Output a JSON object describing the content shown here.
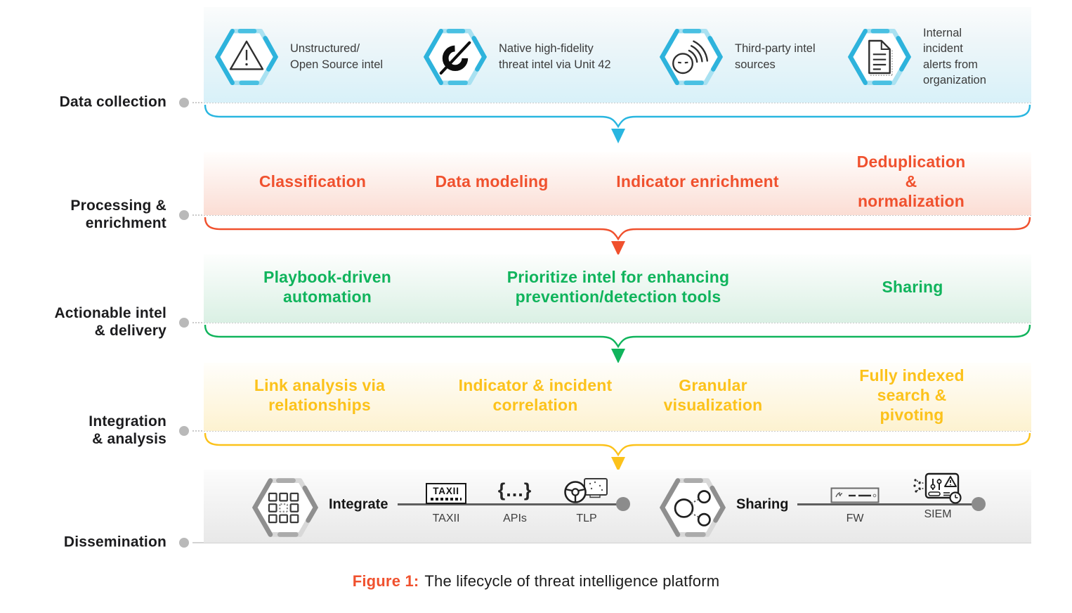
{
  "figure": {
    "caption_prefix": "Figure 1:",
    "caption_text": "The lifecycle of threat intelligence platform"
  },
  "stages": {
    "collection": {
      "label": "Data collection",
      "items": [
        {
          "icon": "warning-triangle-icon",
          "label": "Unstructured/\nOpen Source intel"
        },
        {
          "icon": "unit42-compass-icon",
          "label": "Native high-fidelity\nthreat intel via Unit 42"
        },
        {
          "icon": "third-party-signal-icon",
          "label": "Third-party intel\nsources"
        },
        {
          "icon": "incident-report-icon",
          "label": "Internal\nincident\nalerts from\norganization"
        }
      ]
    },
    "processing": {
      "label": "Processing &\nenrichment",
      "items": [
        "Classification",
        "Data modeling",
        "Indicator enrichment",
        "Deduplication\n& normalization"
      ]
    },
    "actionable": {
      "label": "Actionable intel\n& delivery",
      "items": [
        "Playbook-driven\nautomation",
        "Prioritize intel for enhancing\nprevention/detection tools",
        "Sharing"
      ]
    },
    "integration": {
      "label": "Integration\n& analysis",
      "items": [
        "Link analysis via\nrelationships",
        "Indicator & incident\ncorrelation",
        "Granular\nvisualization",
        "Fully indexed\nsearch & pivoting"
      ]
    },
    "dissemination": {
      "label": "Dissemination",
      "groups": [
        {
          "icon": "integrate-grid-icon",
          "label": "Integrate",
          "channels": [
            "TAXII",
            "APIs",
            "TLP"
          ],
          "channel_icons": [
            "taxii-logo-icon",
            "api-braces-icon",
            "tlp-wheel-icon"
          ]
        },
        {
          "icon": "sharing-nodes-icon",
          "label": "Sharing",
          "channels": [
            "FW",
            "SIEM"
          ],
          "channel_icons": [
            "firewall-appliance-icon",
            "siem-dashboard-icon"
          ]
        }
      ]
    }
  },
  "icons": {
    "taxii_logo_text": "TAXII",
    "api_glyph": "{...}"
  },
  "colors": {
    "collection_accent": "#29b6e0",
    "processing_accent": "#f0512e",
    "actionable_accent": "#10b45c",
    "integration_accent": "#fcc21b",
    "dissemination_accent": "#8c8c8c",
    "caption_accent": "#f0512e",
    "label_text": "#1c1c1e",
    "dot_gray": "#b9b9b9"
  }
}
